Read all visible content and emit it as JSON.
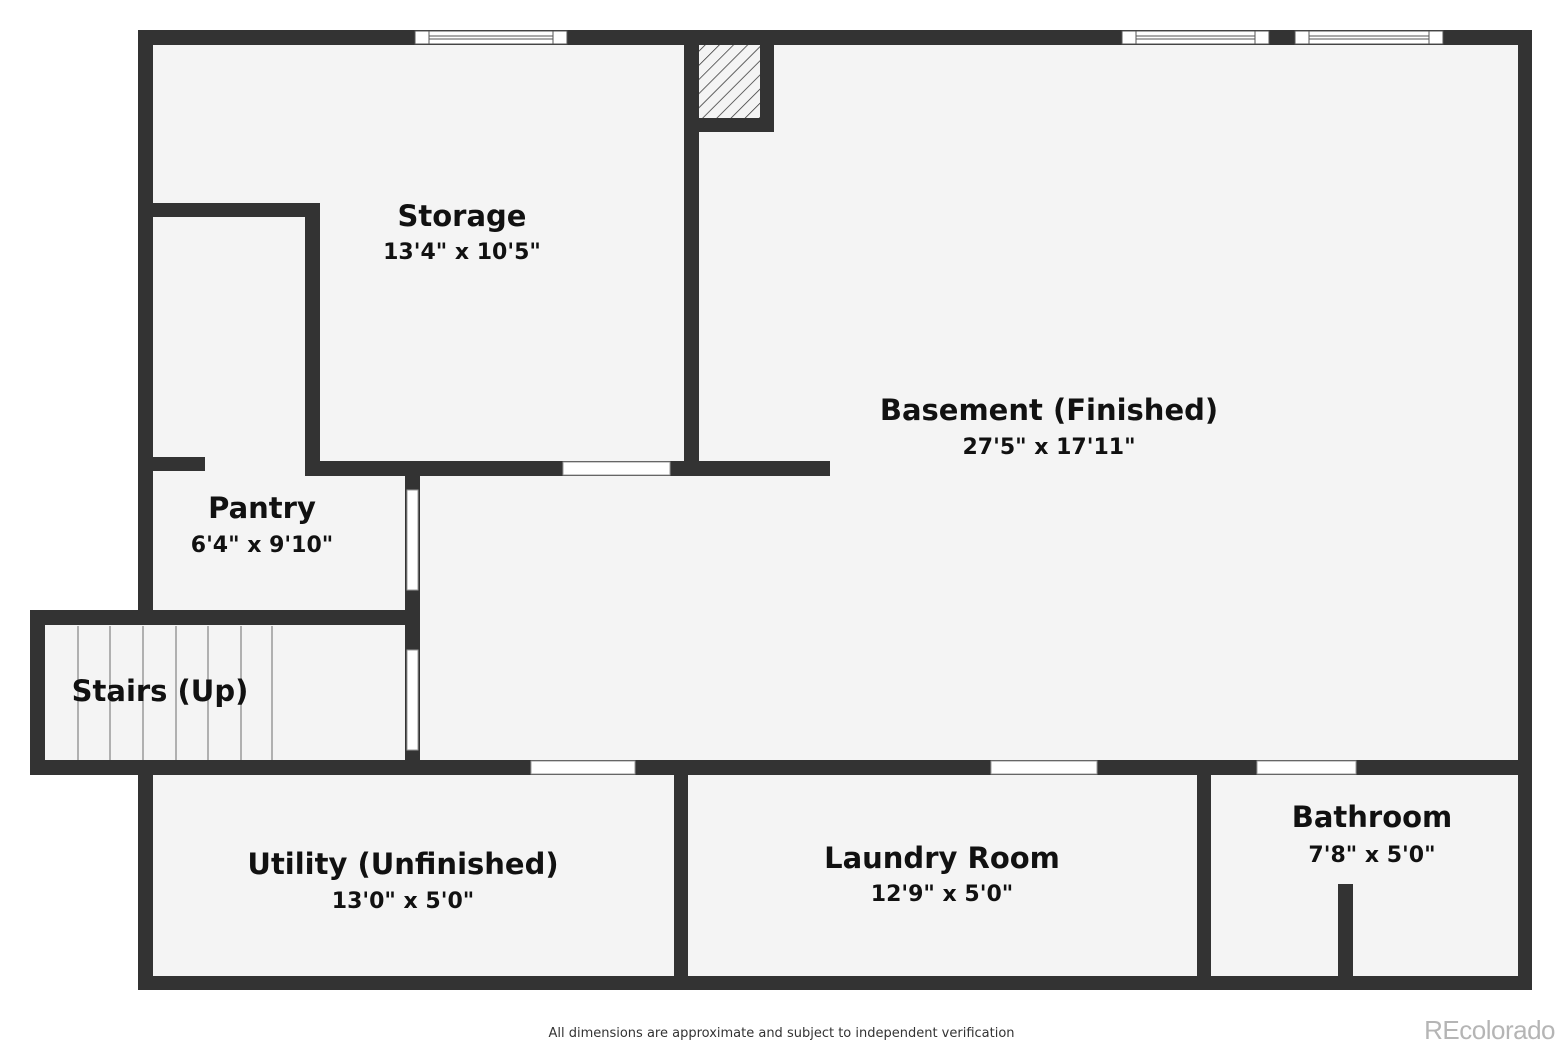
{
  "floor_plan": {
    "rooms": [
      {
        "id": "storage",
        "name": "Storage",
        "dimensions": "13'4\" x 10'5\""
      },
      {
        "id": "basement",
        "name": "Basement (Finished)",
        "dimensions": "27'5\" x 17'11\""
      },
      {
        "id": "pantry",
        "name": "Pantry",
        "dimensions": "6'4\" x 9'10\""
      },
      {
        "id": "stairs",
        "name": "Stairs (Up)"
      },
      {
        "id": "utility",
        "name": "Utility (Unfinished)",
        "dimensions": "13'0\" x 5'0\""
      },
      {
        "id": "laundry",
        "name": "Laundry Room",
        "dimensions": "12'9\" x 5'0\""
      },
      {
        "id": "bathroom",
        "name": "Bathroom",
        "dimensions": "7'8\" x 5'0\""
      }
    ],
    "colors": {
      "wall": "#333333",
      "floor": "#f4f4f4",
      "window": "#ffffff"
    }
  },
  "footer": {
    "disclaimer": "All dimensions are approximate and subject to independent verification",
    "brand": "REcolorado"
  }
}
